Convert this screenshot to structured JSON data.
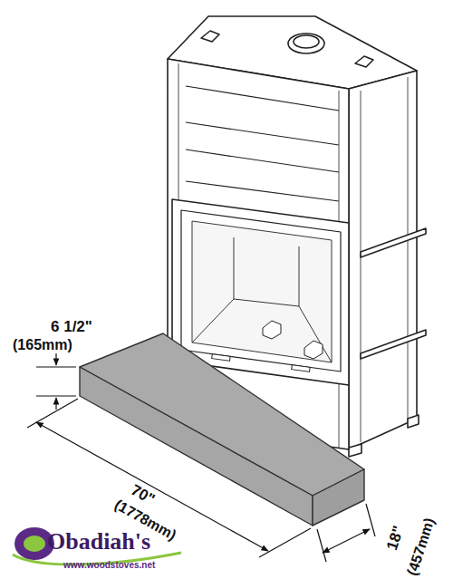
{
  "diagram": {
    "labels": [
      "6 1/2\"",
      "(165mm)",
      "70\"",
      "(1778mm)",
      "18\"",
      "(457mm)",
      "Obadiah's",
      "www.woodstoves.net"
    ]
  }
}
